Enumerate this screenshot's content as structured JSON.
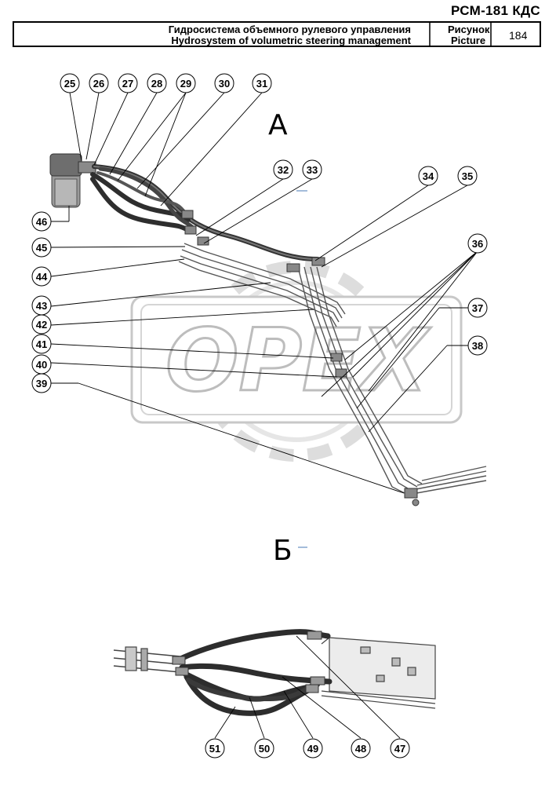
{
  "header": {
    "doc_code": "РСМ-181 КДС",
    "title_ru": "Гидросистема объемного рулевого управления",
    "title_en": "Hydrosystem of volumetric steering management",
    "picture_label_ru": "Рисунок",
    "picture_label_en": "Picture",
    "picture_number": "184"
  },
  "watermark": {
    "text": "OPEX"
  },
  "sections": [
    {
      "id": "A",
      "label": "А"
    },
    {
      "id": "B",
      "label": "Б"
    }
  ],
  "callouts": [
    "25",
    "26",
    "27",
    "28",
    "29",
    "30",
    "31",
    "32",
    "33",
    "34",
    "35",
    "36",
    "37",
    "38",
    "39",
    "40",
    "41",
    "42",
    "43",
    "44",
    "45",
    "46",
    "47",
    "48",
    "49",
    "50",
    "51"
  ]
}
